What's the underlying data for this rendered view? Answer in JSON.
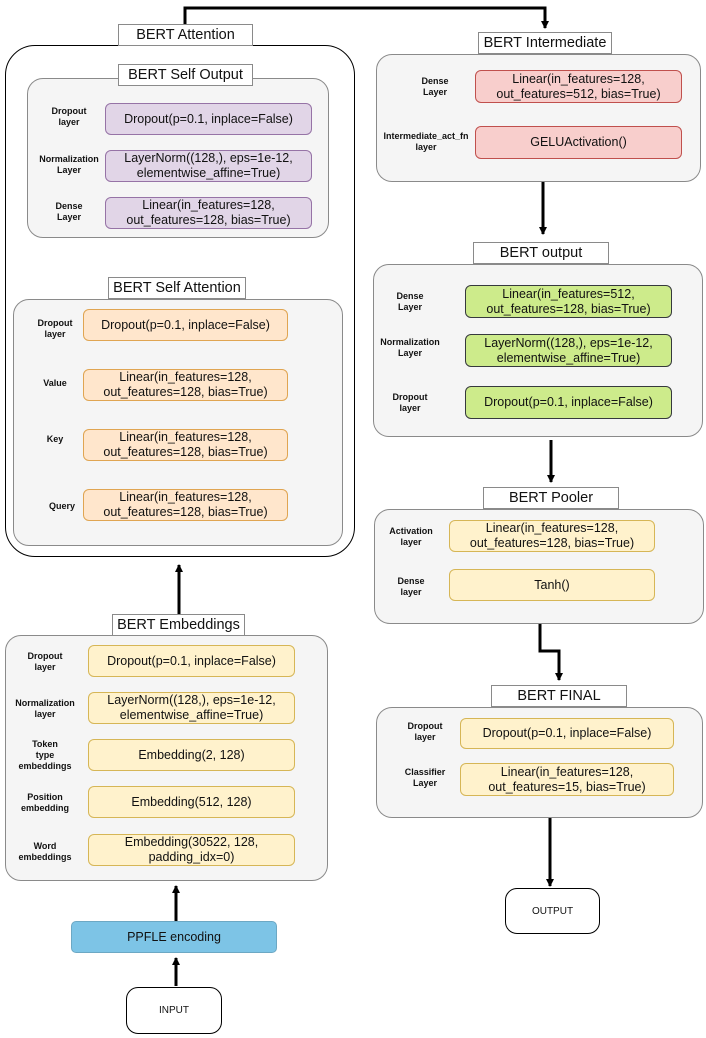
{
  "input": "INPUT",
  "output": "OUTPUT",
  "encoding": "PPFLE encoding",
  "attention": {
    "title": "BERT Attention",
    "self_output": {
      "title": "BERT Self Output",
      "dropout": {
        "label": "Dropout\nlayer",
        "text": "Dropout(p=0.1, inplace=False)"
      },
      "norm": {
        "label": "Normalization\nLayer",
        "text": "LayerNorm((128,), eps=1e-12,\nelementwise_affine=True)"
      },
      "dense": {
        "label": "Dense\nLayer",
        "text": "Linear(in_features=128,\nout_features=128, bias=True)"
      }
    },
    "self_attention": {
      "title": "BERT Self Attention",
      "dropout": {
        "label": "Dropout\nlayer",
        "text": "Dropout(p=0.1, inplace=False)"
      },
      "value": {
        "label": "Value",
        "text": "Linear(in_features=128,\nout_features=128, bias=True)"
      },
      "key": {
        "label": "Key",
        "text": "Linear(in_features=128,\nout_features=128, bias=True)"
      },
      "query": {
        "label": "Query",
        "text": "Linear(in_features=128,\nout_features=128, bias=True)"
      }
    }
  },
  "embeddings": {
    "title": "BERT Embeddings",
    "dropout": {
      "label": "Dropout\nlayer",
      "text": "Dropout(p=0.1, inplace=False)"
    },
    "norm": {
      "label": "Normalization\nlayer",
      "text": "LayerNorm((128,), eps=1e-12,\nelementwise_affine=True)"
    },
    "token": {
      "label": "Token\ntype\nembeddings",
      "text": "Embedding(2, 128)"
    },
    "position": {
      "label": "Position\nembedding",
      "text": "Embedding(512, 128)"
    },
    "word": {
      "label": "Word\nembeddings",
      "text": "Embedding(30522, 128,\npadding_idx=0)"
    }
  },
  "intermediate": {
    "title": "BERT Intermediate",
    "dense": {
      "label": "Dense\nLayer",
      "text": "Linear(in_features=128,\nout_features=512, bias=True)"
    },
    "act": {
      "label": "Intermediate_act_fn\nlayer",
      "text": "GELUActivation()"
    }
  },
  "output_block": {
    "title": "BERT output",
    "dense": {
      "label": "Dense\nLayer",
      "text": "Linear(in_features=512,\nout_features=128, bias=True)"
    },
    "norm": {
      "label": "Normalization\nLayer",
      "text": "LayerNorm((128,), eps=1e-12,\nelementwise_affine=True)"
    },
    "dropout": {
      "label": "Dropout\nlayer",
      "text": "Dropout(p=0.1, inplace=False)"
    }
  },
  "pooler": {
    "title": "BERT Pooler",
    "activation": {
      "label": "Activation\nlayer",
      "text": "Linear(in_features=128,\nout_features=128, bias=True)"
    },
    "dense": {
      "label": "Dense\nlayer",
      "text": "Tanh()"
    }
  },
  "final": {
    "title": "BERT FINAL",
    "dropout": {
      "label": "Dropout\nlayer",
      "text": "Dropout(p=0.1, inplace=False)"
    },
    "classifier": {
      "label": "Classifier\nLayer",
      "text": "Linear(in_features=128,\nout_features=15, bias=True)"
    }
  }
}
